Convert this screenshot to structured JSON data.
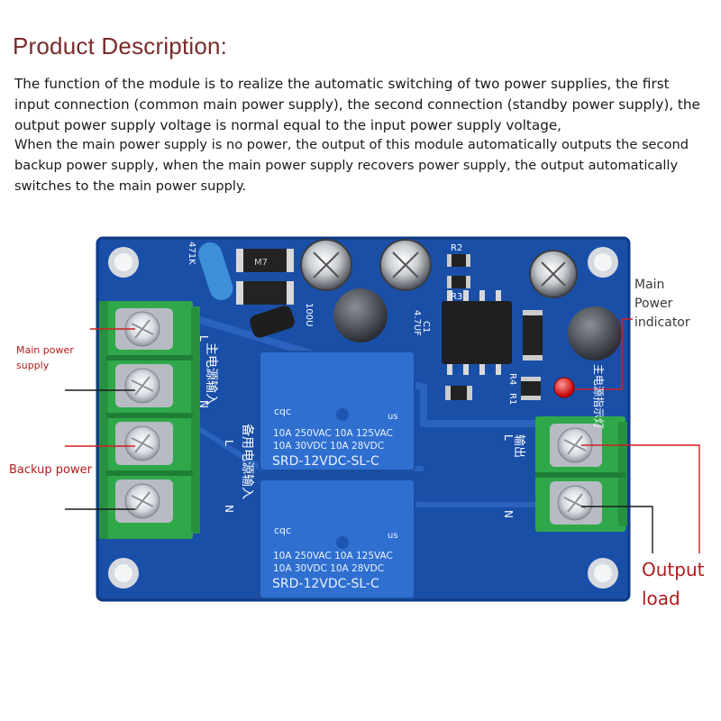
{
  "heading": "Product Description:",
  "description": {
    "paragraph_1": "The function of the module is to realize the automatic switching of two power supplies, the first input connection (common main power supply), the second connection (standby power supply), the output power supply voltage is normal equal to the input power supply voltage,",
    "paragraph_2": "When the main power supply is no power, the output of this module automatically outputs the second backup power supply, when the main power supply recovers power supply, the output automatically switches to the main power supply."
  },
  "callouts": {
    "main_power_supply": "Main power supply",
    "backup_power": "Backup power",
    "main_power_indicator": "Main Power indicator",
    "output_load": "Output load"
  },
  "board": {
    "relay_top": {
      "brand": "cqc",
      "region": "us",
      "rating_1": "10A 250VAC  10A 125VAC",
      "rating_2": "10A 30VDC  10A 28VDC",
      "model": "SRD-12VDC-SL-C"
    },
    "relay_bottom": {
      "brand": "cqc",
      "region": "us",
      "rating_1": "10A 250VAC  10A 125VAC",
      "rating_2": "10A 30VDC  10A 28VDC",
      "model": "SRD-12VDC-SL-C"
    },
    "silk_main_input": "主电源输入",
    "silk_backup_input": "备用电源输入",
    "silk_output": "输出",
    "silk_indicator": "主电源指示灯",
    "silk_L": "L",
    "silk_N": "N",
    "silk_r2": "R2",
    "silk_r3": "R3",
    "silk_r4": "R4",
    "silk_r1": "R1",
    "silk_c1": "C1",
    "silk_cap1": "4.7UF",
    "silk_cap2": "100U",
    "silk_res": "471K",
    "silk_m7": "M7"
  },
  "colors": {
    "heading": "#7a2a2a",
    "pcb": "#1a4fa8",
    "terminal": "#2fa84a",
    "relay": "#2f6fd0",
    "callout_line": "#d01f1f",
    "led": "#e01010"
  }
}
